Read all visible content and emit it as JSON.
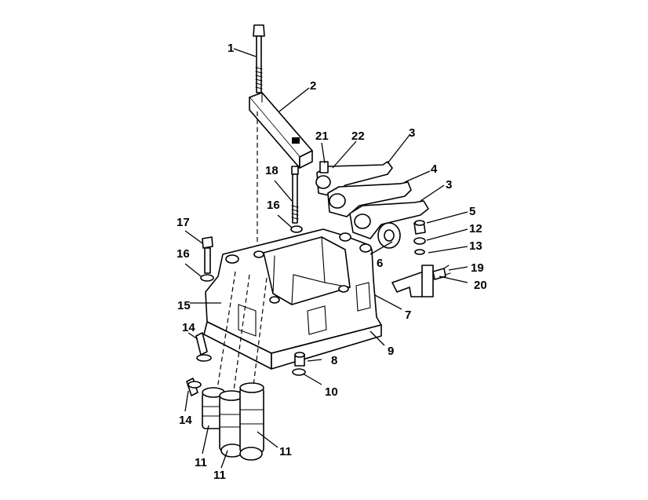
{
  "callouts": {
    "c1": "1",
    "c2": "2",
    "c3a": "3",
    "c3b": "3",
    "c4": "4",
    "c5": "5",
    "c6": "6",
    "c7": "7",
    "c8": "8",
    "c9": "9",
    "c10": "10",
    "c11a": "11",
    "c11b": "11",
    "c11c": "11",
    "c12": "12",
    "c13": "13",
    "c14a": "14",
    "c14b": "14",
    "c15": "15",
    "c16a": "16",
    "c16b": "16",
    "c17": "17",
    "c18": "18",
    "c19": "19",
    "c20": "20",
    "c21": "21",
    "c22": "22"
  },
  "colors": {
    "ink": "#000000",
    "paper": "#ffffff"
  }
}
